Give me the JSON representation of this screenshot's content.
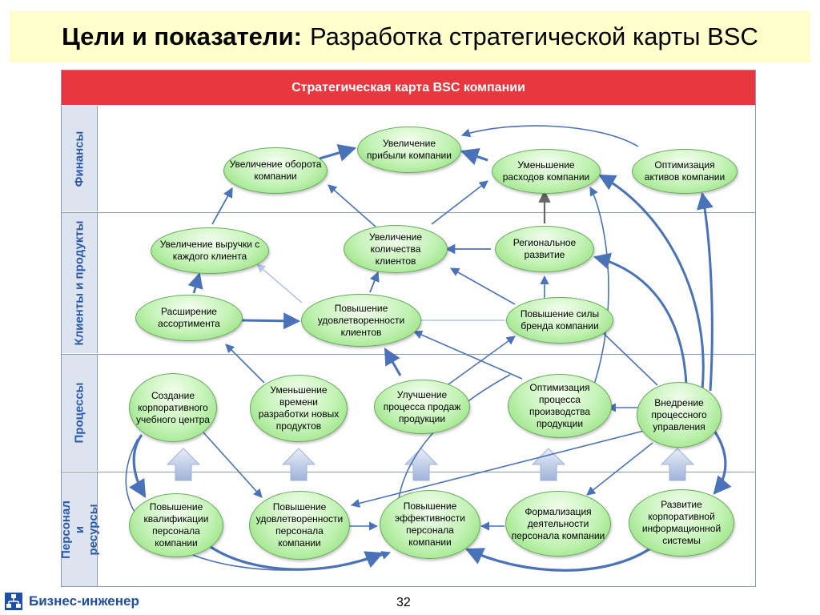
{
  "slide": {
    "title_bold": "Цели и показатели:",
    "title_rest": "Разработка стратегической карты BSC",
    "page_number": "32"
  },
  "brand": {
    "name": "Бизнес-инженер",
    "color": "#1f4fa0"
  },
  "map": {
    "header": "Стратегическая карта BSC компании",
    "header_color": "#e8383f",
    "bands": [
      {
        "id": "fin",
        "label": "Финансы"
      },
      {
        "id": "cli",
        "label": "Клиенты и продукты"
      },
      {
        "id": "proc",
        "label": "Процессы"
      },
      {
        "id": "pers",
        "label": "Персонал и ресурсы"
      }
    ]
  },
  "nodes": [
    {
      "id": "profit",
      "text": "Увеличение прибыли компании"
    },
    {
      "id": "turnover",
      "text": "Увеличение оборота компании"
    },
    {
      "id": "costs",
      "text": "Уменьшение расходов компании"
    },
    {
      "id": "assets",
      "text": "Оптимизация активов компании"
    },
    {
      "id": "revenue_client",
      "text": "Увеличение выручки с каждого клиента"
    },
    {
      "id": "client_count",
      "text": "Увеличение количества клиентов"
    },
    {
      "id": "regional",
      "text": "Региональное развитие"
    },
    {
      "id": "assortment",
      "text": "Расширение ассортимента"
    },
    {
      "id": "satisfaction",
      "text": "Повышение удовлетворенности клиентов"
    },
    {
      "id": "brand",
      "text": "Повышение силы бренда компании"
    },
    {
      "id": "training_center",
      "text": "Создание корпоративного учебного центра"
    },
    {
      "id": "dev_time",
      "text": "Уменьшение времени разработки новых продуктов"
    },
    {
      "id": "sales_process",
      "text": "Улучшение процесса продаж продукции"
    },
    {
      "id": "production",
      "text": "Оптимизация процесса производства продукции"
    },
    {
      "id": "process_mgmt",
      "text": "Внедрение процессного управления"
    },
    {
      "id": "qualification",
      "text": "Повышение квалификации персонала компании"
    },
    {
      "id": "staff_satisfaction",
      "text": "Повышение удовлетворенности персонала компании"
    },
    {
      "id": "staff_efficiency",
      "text": "Повышение эффективности персонала компании"
    },
    {
      "id": "formalization",
      "text": "Формализация деятельности персонала компании"
    },
    {
      "id": "info_system",
      "text": "Развитие корпоративной информационной системы"
    }
  ],
  "colors": {
    "arrow": "#4a72b8",
    "arrow_light": "#b7c6e4",
    "arrow_gray": "#666666",
    "band_label_text": "#2b5ba8",
    "node_fill": "#c2f2b4"
  }
}
